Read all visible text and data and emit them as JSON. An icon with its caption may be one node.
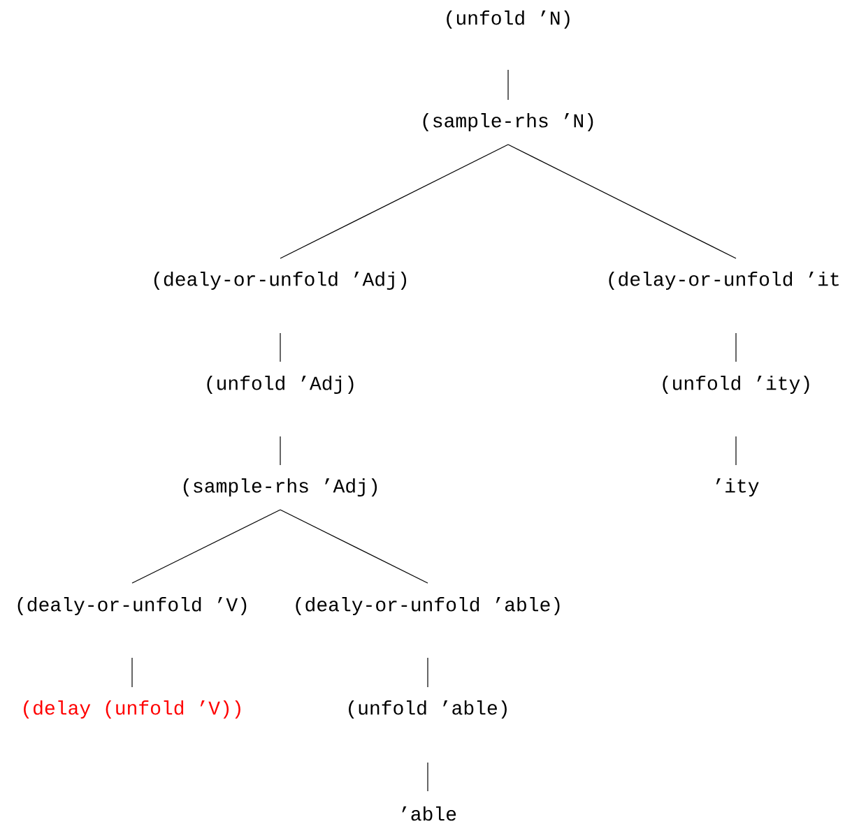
{
  "diagram": {
    "nodes": [
      {
        "text": [
          "(unfold ’N)"
        ]
      },
      {
        "text": [
          "(sample-rhs ’N)"
        ]
      },
      {
        "text": [
          "(dealy-or-unfold ’Adj)"
        ]
      },
      {
        "text": [
          "(delay-or-unfold ’it"
        ]
      },
      {
        "text": [
          "(unfold ’Adj)"
        ]
      },
      {
        "text": [
          "(unfold ’ity)"
        ]
      },
      {
        "text": [
          "(sample-rhs ’Adj)"
        ]
      },
      {
        "text": [
          "’ity"
        ]
      },
      {
        "text": [
          "(dealy-or-unfold ’V)"
        ]
      },
      {
        "text": [
          "(dealy-or-unfold ’able)"
        ]
      },
      {
        "text": [
          "(delay (unfold ’V))"
        ]
      },
      {
        "text": [
          "(unfold ’able)"
        ]
      },
      {
        "text": [
          "’able"
        ]
      }
    ],
    "edges": [
      {
        "from": 0,
        "to": 1,
        "arrow": "none"
      },
      {
        "from": 1,
        "to": 2,
        "arrow": "none"
      },
      {
        "from": 1,
        "to": 3,
        "arrow": "none"
      },
      {
        "from": 2,
        "to": 4,
        "arrow": "none"
      },
      {
        "from": 3,
        "to": 5,
        "arrow": "none"
      },
      {
        "from": 4,
        "to": 6,
        "arrow": "none"
      },
      {
        "from": 5,
        "to": 7,
        "arrow": "none"
      },
      {
        "from": 6,
        "to": 8,
        "arrow": "none"
      },
      {
        "from": 6,
        "to": 9,
        "arrow": "none"
      },
      {
        "from": 8,
        "to": 10,
        "arrow": "none"
      },
      {
        "from": 9,
        "to": 11,
        "arrow": "none"
      },
      {
        "from": 11,
        "to": 12,
        "arrow": "none"
      }
    ]
  }
}
